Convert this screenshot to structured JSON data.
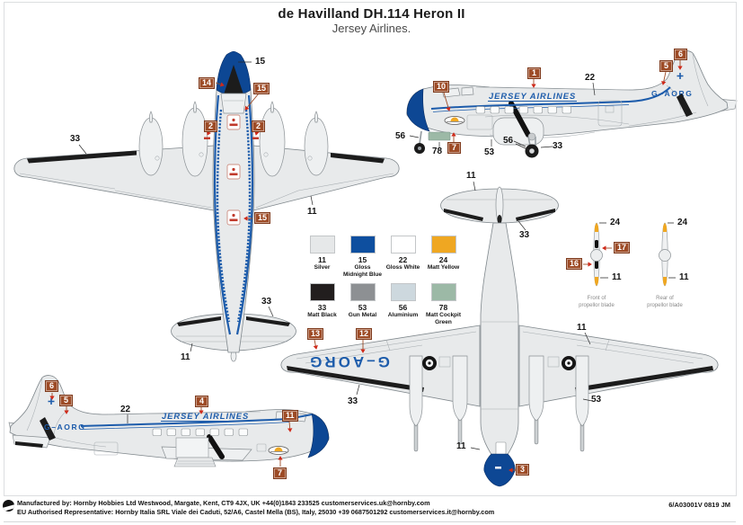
{
  "page": {
    "title": "de Havilland DH.114 Heron II",
    "subtitle": "Jersey Airlines.",
    "doc_code": "6/A03001V 0819 JM",
    "footer": {
      "line1": "Manufactured by: Hornby Hobbies Ltd Westwood, Margate, Kent, CT9 4JX, UK +44(0)1843 233525 customerservices.uk@hornby.com",
      "line2": "EU Authorised Representative: Hornby Italia SRL Viale dei Caduti, 52/A6, Castel Mella (BS), Italy, 25030 +39 0687501292 customerservices.it@hornby.com"
    }
  },
  "livery": {
    "airline_titles": "JERSEY AIRLINES",
    "registration": "G–AORG"
  },
  "paint_chart": {
    "items": [
      {
        "number": "11",
        "name": "Silver",
        "hex": "#e6e8e9"
      },
      {
        "number": "15",
        "name": "Gloss Midnight Blue",
        "hex": "#0e4f9f"
      },
      {
        "number": "22",
        "name": "Gloss White",
        "hex": "#ffffff"
      },
      {
        "number": "24",
        "name": "Matt Yellow",
        "hex": "#efa722"
      },
      {
        "number": "33",
        "name": "Matt Black",
        "hex": "#221e1e"
      },
      {
        "number": "53",
        "name": "Gun Metal",
        "hex": "#8d9093"
      },
      {
        "number": "56",
        "name": "Aluminium",
        "hex": "#cdd8de"
      },
      {
        "number": "78",
        "name": "Matt Cockpit Green",
        "hex": "#9cb9a6"
      }
    ]
  },
  "propeller": {
    "front": {
      "label_line1": "Front of",
      "label_line2": "propellor blade"
    },
    "rear": {
      "label_line1": "Rear of",
      "label_line2": "propellor blade"
    }
  },
  "callouts": {
    "top_view": [
      "15",
      "14",
      "15",
      "2",
      "2",
      "33",
      "11",
      "15",
      "33",
      "11"
    ],
    "side_view_port": [
      "10",
      "1",
      "22",
      "5",
      "6",
      "56",
      "78",
      "7",
      "53",
      "56",
      "33"
    ],
    "side_view_starboard": [
      "6",
      "5",
      "22",
      "4",
      "11",
      "7"
    ],
    "underside_view": [
      "11",
      "33",
      "13",
      "12",
      "33",
      "11",
      "53",
      "11",
      "3"
    ],
    "prop_front": [
      "24",
      "17",
      "16",
      "11"
    ],
    "prop_rear": [
      "24",
      "11"
    ]
  }
}
